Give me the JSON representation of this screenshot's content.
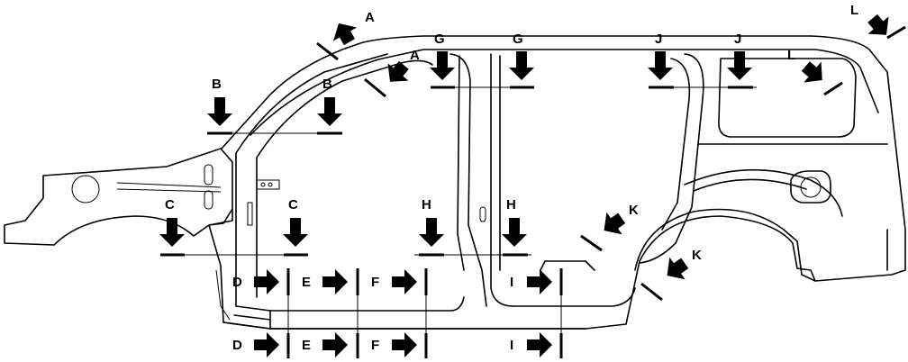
{
  "diagram": {
    "labels": {
      "A1": "A",
      "A2": "A",
      "B1": "B",
      "B2": "B",
      "C1": "C",
      "C2": "C",
      "D1": "D",
      "D2": "D",
      "E1": "E",
      "E2": "E",
      "F1": "F",
      "F2": "F",
      "G1": "G",
      "G2": "G",
      "H1": "H",
      "H2": "H",
      "I1": "I",
      "I2": "I",
      "J1": "J",
      "J2": "J",
      "K1": "K",
      "K2": "K",
      "L1": "L",
      "L2": "L"
    }
  }
}
